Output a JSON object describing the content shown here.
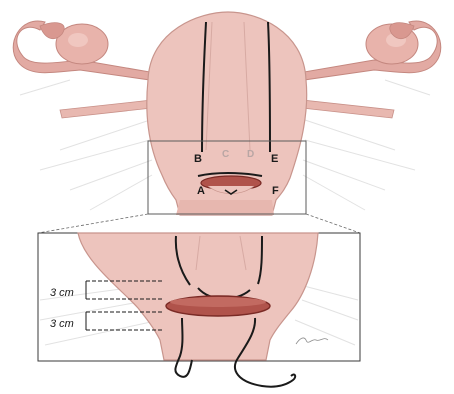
{
  "labels": {
    "point_a": "A",
    "point_b": "B",
    "point_c": "C",
    "point_d": "D",
    "point_e": "E",
    "point_f": "F",
    "distance_upper": "3 cm",
    "distance_lower": "3 cm"
  },
  "colors": {
    "tissue": "#edc4bd",
    "tissue_shade": "#d9a39b",
    "tissue_dark": "#b97a72",
    "ovary": "#e2aaa3",
    "suture": "#1a1a1a",
    "incision": "#7a2a25",
    "background_fiber": "#e6e6e6"
  }
}
